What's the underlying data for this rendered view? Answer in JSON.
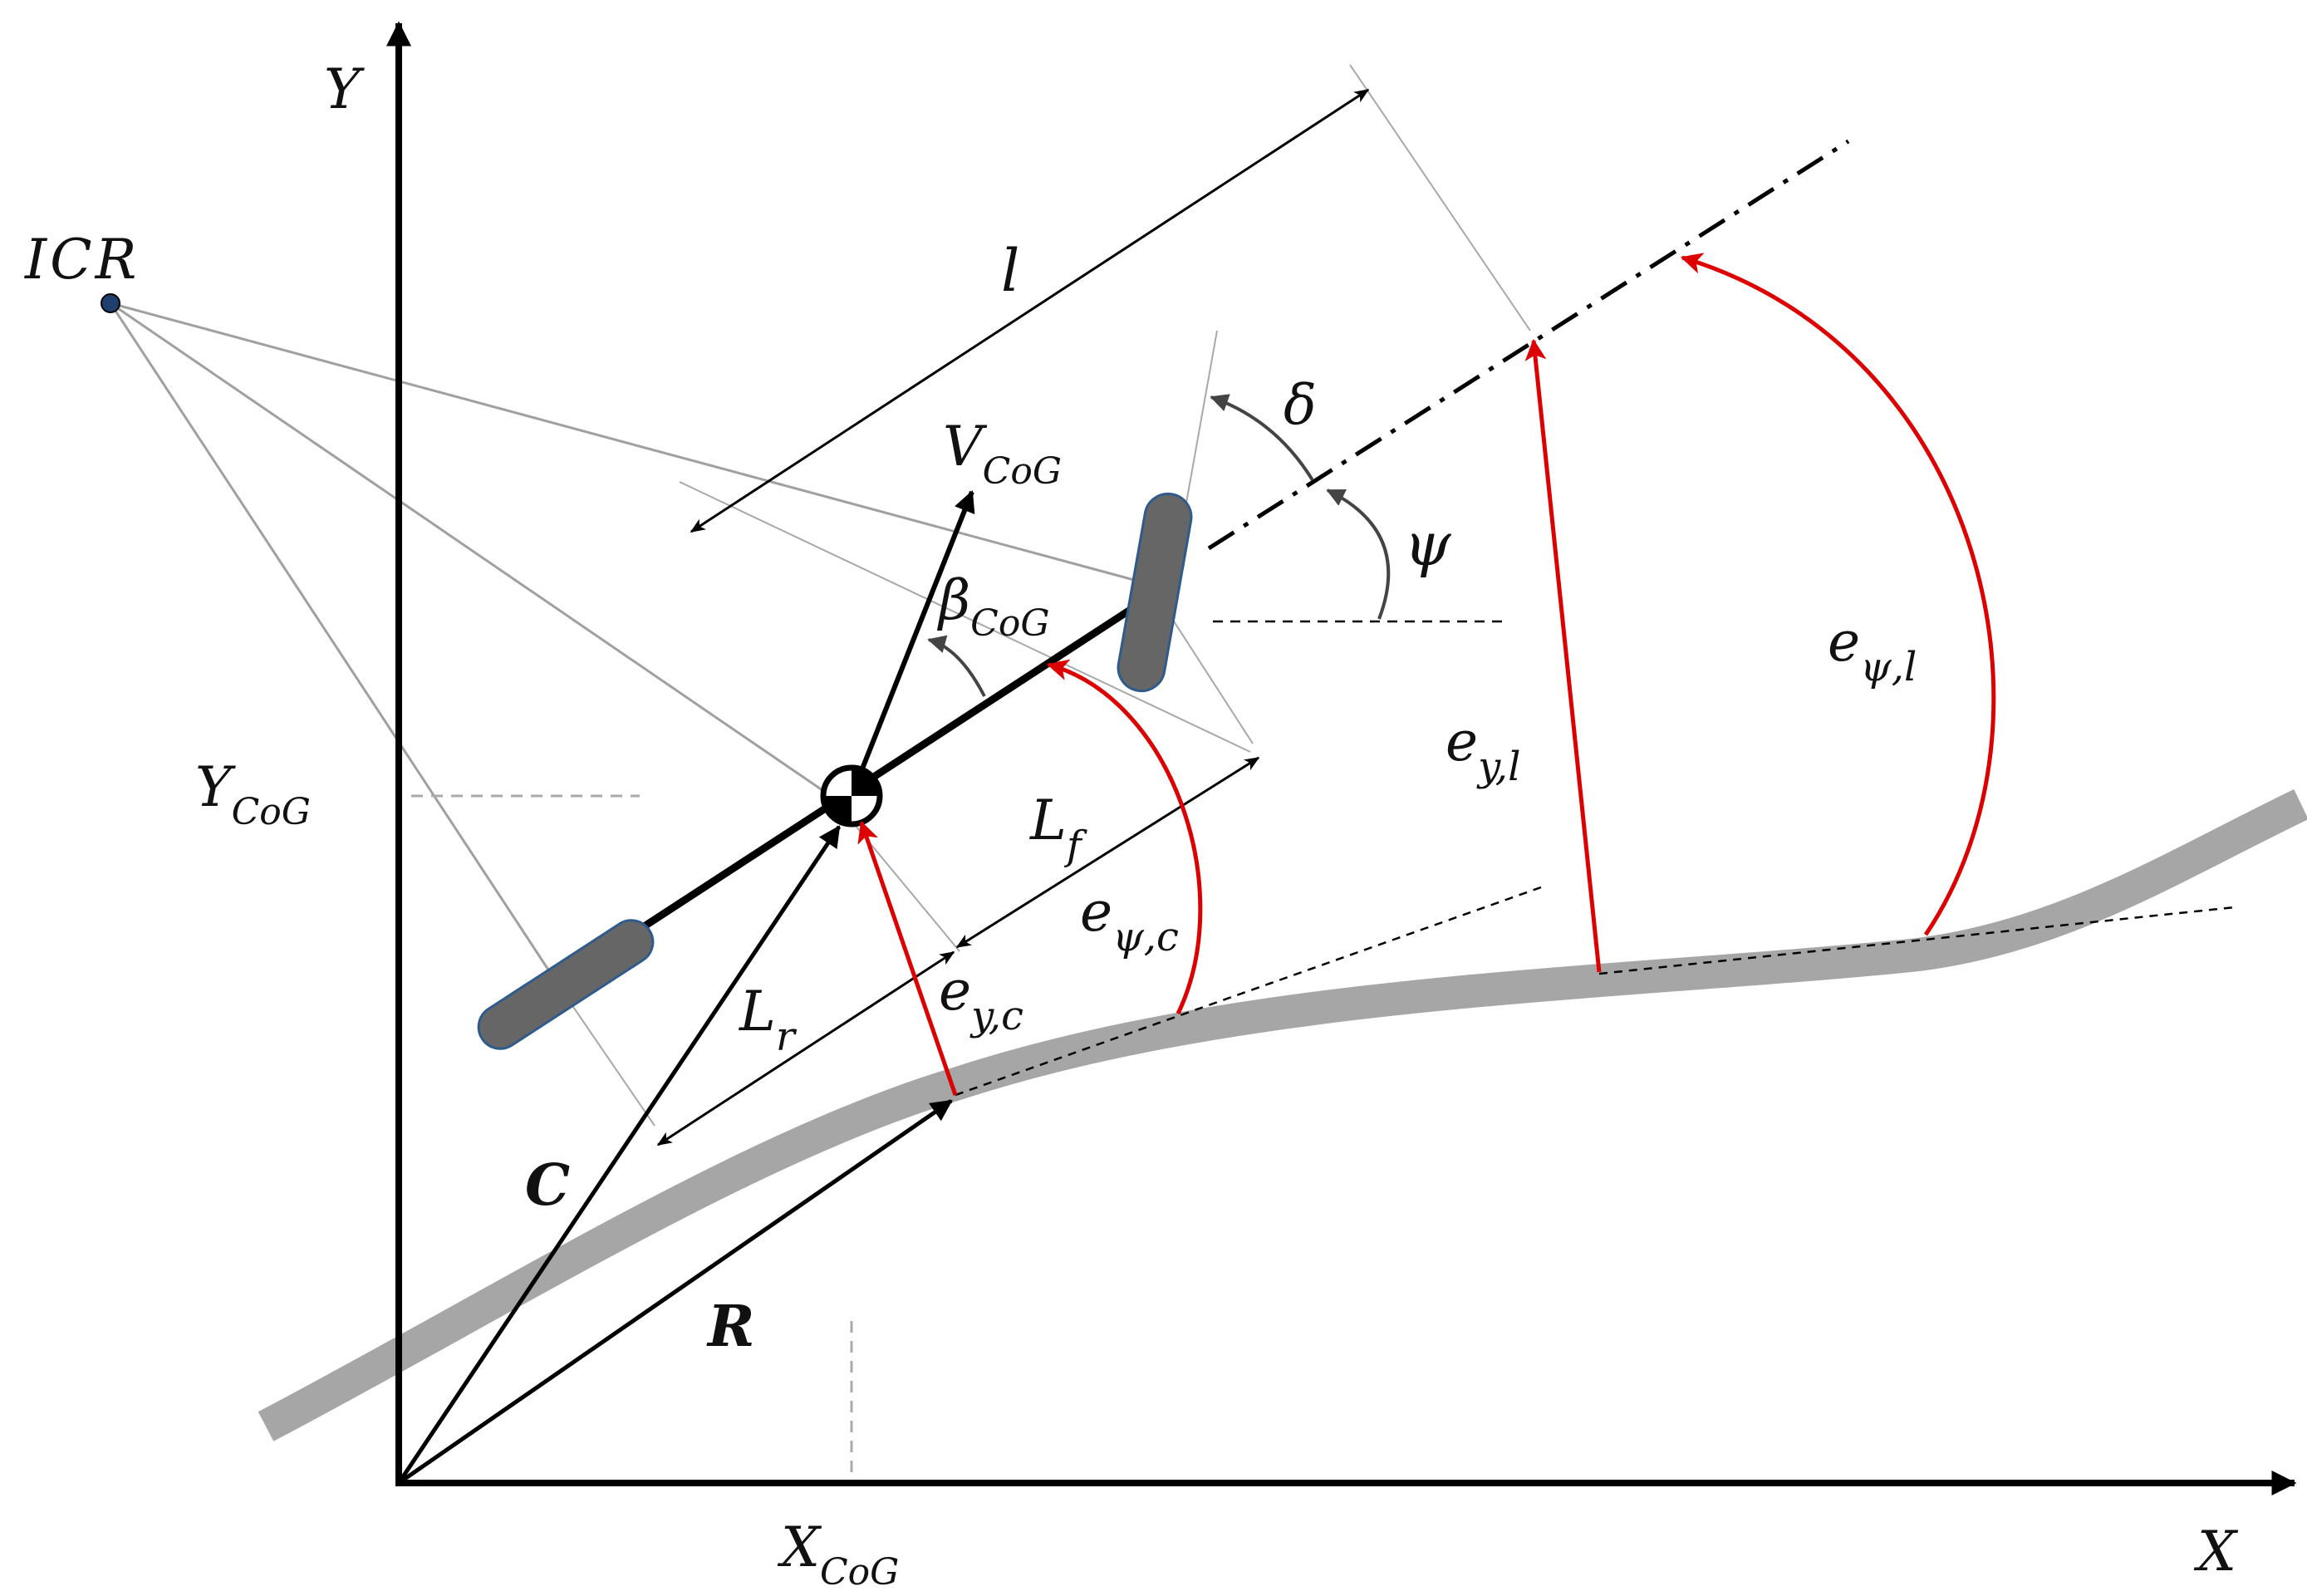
{
  "axes": {
    "x": "X",
    "y": "Y"
  },
  "points": {
    "icr": "ICR"
  },
  "vectors": {
    "c": "C",
    "r": "R"
  },
  "labels": {
    "l": "l",
    "delta": "δ",
    "psi": "ψ",
    "v_cog": {
      "main": "V",
      "sub": "CoG"
    },
    "beta_cog": {
      "main": "β",
      "sub": "CoG"
    },
    "y_cog": {
      "main": "Y",
      "sub": "CoG"
    },
    "x_cog": {
      "main": "X",
      "sub": "CoG"
    },
    "l_f": {
      "main": "L",
      "sub": "f"
    },
    "l_r": {
      "main": "L",
      "sub": "r"
    },
    "e_psi_c": {
      "main": "e",
      "sub": "ψ,c"
    },
    "e_y_c": {
      "main": "e",
      "sub": "y,c"
    },
    "e_y_l": {
      "main": "e",
      "sub": "y,l"
    },
    "e_psi_l": {
      "main": "e",
      "sub": "ψ,l"
    }
  },
  "colors": {
    "axis": "#000000",
    "vehicle": "#000000",
    "wheel_fill": "#666666",
    "wheel_outline": "#2f5b8c",
    "road": "#a6a6a6",
    "error": "#dd0000",
    "guide": "#a0a0a0",
    "dashed": "#000000"
  }
}
